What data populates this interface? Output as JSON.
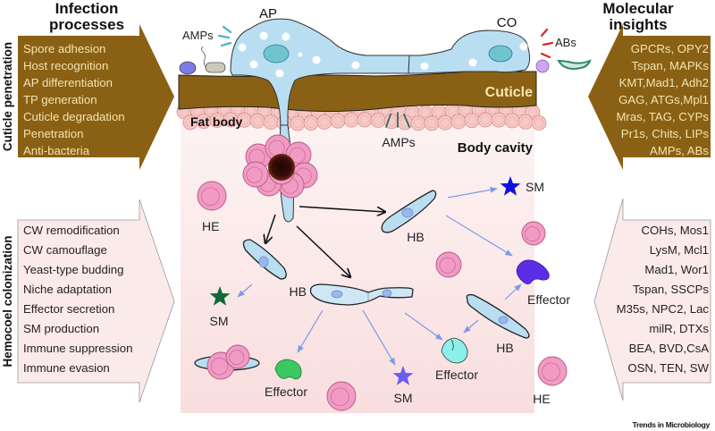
{
  "left_panel": {
    "header_line1": "Infection",
    "header_line2": "processes",
    "stage1_label": "Cuticle penetration",
    "stage1_items": [
      "Spore adhesion",
      "Host recognition",
      "AP differentiation",
      "TP generation",
      "Cuticle degradation",
      "Penetration",
      "Anti-bacteria"
    ],
    "stage2_label": "Hemocoel colonization",
    "stage2_items": [
      "CW remodification",
      "CW camouflage",
      "Yeast-type budding",
      "Niche adaptation",
      "Effector secretion",
      "SM production",
      "Immune suppression",
      "Immune evasion"
    ]
  },
  "right_panel": {
    "header_line1": "Molecular",
    "header_line2": "insights",
    "stage1_items": [
      "GPCRs, OPY2",
      "Tspan, MAPKs",
      "KMT,Mad1, Adh2",
      "GAG, ATGs,Mpl1",
      "Mras, TAG, CYPs",
      "Pr1s, Chits, LIPs",
      "AMPs, ABs"
    ],
    "stage2_items": [
      "COHs, Mos1",
      "LysM, Mcl1",
      "Mad1, Wor1",
      "Tspan, SSCPs",
      "M35s, NPC2, Lac",
      "milR, DTXs",
      "BEA, BVD,CsA",
      "OSN, TEN, SW"
    ]
  },
  "center": {
    "ap_label": "AP",
    "co_label": "CO",
    "amps_top_label": "AMPs",
    "abs_label": "ABs",
    "cuticle_label": "Cuticle",
    "fat_body_label": "Fat body",
    "amps_mid_label": "AMPs",
    "body_cavity_label": "Body cavity",
    "he_labels": [
      "HE",
      "HE"
    ],
    "hb_labels": [
      "HB",
      "HB",
      "HB"
    ],
    "sm_labels": [
      "SM",
      "SM",
      "SM"
    ],
    "effector_labels": [
      "Effector",
      "Effector",
      "Effector"
    ]
  },
  "colors": {
    "brown": "#8a6114",
    "brown_text": "#f3e3b0",
    "pink_panel": "#fbeaea",
    "cell_blue": "#b9def2",
    "hemocyte_pink": "#f19ac4",
    "sm_blue": "#1010e0",
    "sm_green": "#0e6a3a",
    "sm_violet": "#6a5ef0",
    "effector_purple": "#5a2ee6",
    "effector_green": "#3cc860",
    "effector_cyan": "#8df0ea"
  },
  "credit": "Trends in Microbiology"
}
